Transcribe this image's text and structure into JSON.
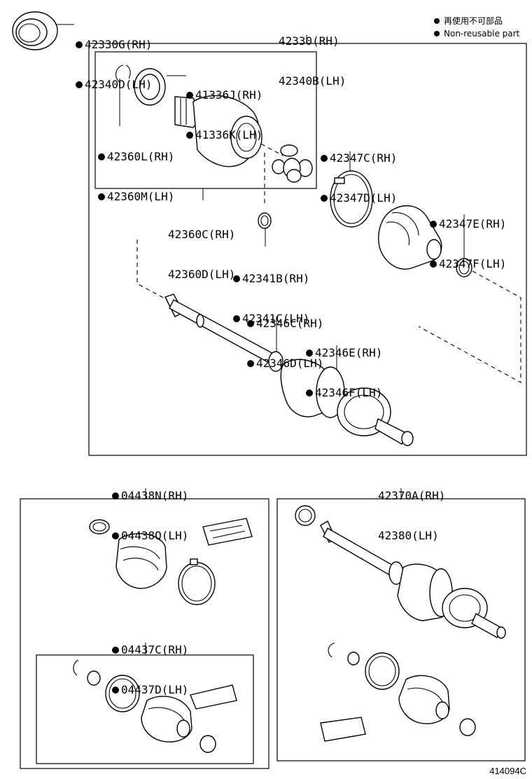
{
  "legend": {
    "non_reusable_jp": "再使用不可部品",
    "non_reusable_en": "Non-reusable part"
  },
  "figure_number": "414094C",
  "labels": {
    "seal_rh": "42330G(RH)",
    "seal_lh": "42340D(LH)",
    "shaft_asm_rh": "42330(RH)",
    "shaft_asm_lh": "42340B(LH)",
    "bearing_rh": "41336J(RH)",
    "bearing_lh": "41336K(LH)",
    "snap_ring_rh": "42360L(RH)",
    "snap_ring_lh": "42360M(LH)",
    "inboard_joint_rh": "42360C(RH)",
    "inboard_joint_lh": "42360D(LH)",
    "boot_clamp_rh": "42347C(RH)",
    "boot_clamp_lh": "42347D(LH)",
    "boot_clamp2_rh": "42347E(RH)",
    "boot_clamp2_lh": "42347F(LH)",
    "ring_rh": "42341B(RH)",
    "ring_lh": "42341C(LH)",
    "clamp_c_rh": "42346C(RH)",
    "clamp_c_lh": "42346D(LH)",
    "clamp_e_rh": "42346E(RH)",
    "clamp_e_lh": "42346F(LH)",
    "boot_kit_rh": "04438N(RH)",
    "boot_kit_lh": "04438Q(LH)",
    "outer_shaft_rh": "42370A(RH)",
    "outer_shaft_lh": "42380(LH)",
    "inner_kit_rh": "04437C(RH)",
    "inner_kit_lh": "04437D(LH)"
  }
}
